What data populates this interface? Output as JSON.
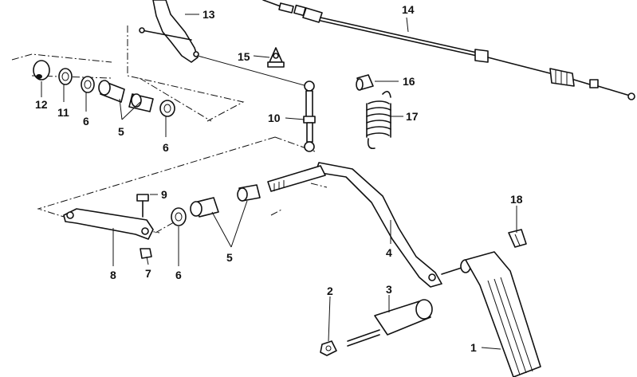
{
  "labels": [
    {
      "id": "1",
      "text": "1"
    },
    {
      "id": "2",
      "text": "2"
    },
    {
      "id": "3",
      "text": "3"
    },
    {
      "id": "4",
      "text": "4"
    },
    {
      "id": "5a",
      "text": "5"
    },
    {
      "id": "5b",
      "text": "5"
    },
    {
      "id": "6a",
      "text": "6"
    },
    {
      "id": "6b",
      "text": "6"
    },
    {
      "id": "6c",
      "text": "6"
    },
    {
      "id": "7",
      "text": "7"
    },
    {
      "id": "8",
      "text": "8"
    },
    {
      "id": "9",
      "text": "9"
    },
    {
      "id": "10",
      "text": "10"
    },
    {
      "id": "11",
      "text": "11"
    },
    {
      "id": "12",
      "text": "12"
    },
    {
      "id": "13",
      "text": "13"
    },
    {
      "id": "14",
      "text": "14"
    },
    {
      "id": "15",
      "text": "15"
    },
    {
      "id": "16",
      "text": "16"
    },
    {
      "id": "17",
      "text": "17"
    },
    {
      "id": "18",
      "text": "18"
    }
  ]
}
